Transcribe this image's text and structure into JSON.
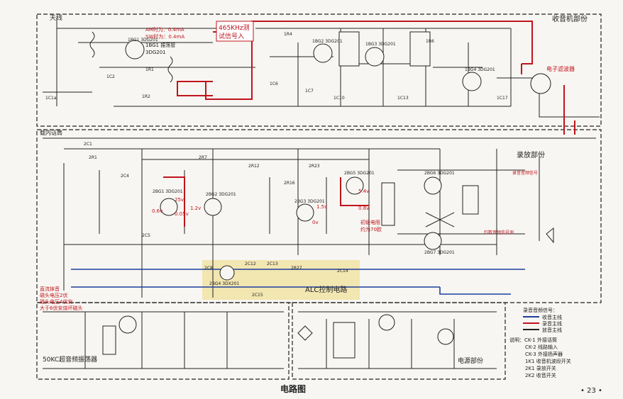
{
  "caption": "电路图",
  "page_number": "• 23 •",
  "sections": {
    "receiver": "收音机部份",
    "recorder": "录放部份",
    "power": "电源部份",
    "bias_osc": "50KC超音频振荡器",
    "alc": "ALC控制电路"
  },
  "antenna_label": "天线",
  "mic_label": "载内话筒",
  "annotations": {
    "if_test": [
      "465KHz测",
      "试信号入"
    ],
    "am_current": "AM时为：0.4mA",
    "sw_current": "SW时为：0.4mA",
    "osc_name": "1BG1 振荡管",
    "osc_part": "3DG201",
    "electronic_filter": "电子滤波器",
    "idle_current": [
      "初级电阻",
      "约为70欧"
    ],
    "head_note": [
      "直流抹音",
      "磁头电压2伏",
      "磁头电压4伏安",
      "大于6伏安烧坏磁头"
    ],
    "red_notes": [
      "录音音频信号",
      "约数音频信号测"
    ]
  },
  "legend": {
    "title": "录音音频信号：",
    "items": [
      "收音主线",
      "录音主线",
      "放音主线"
    ]
  },
  "notes": [
    "说明：CK-1 外接话筒",
    "CK-2 线路输入",
    "CK-3 外接扬声器",
    "1K1 收音机波段开关",
    "2K1 录放开关",
    "2K2 收音开关"
  ],
  "components": {
    "transistors": [
      "1BG1 3DG201",
      "1BG2 3DG201",
      "1BG3 3DG201",
      "1BG4 3DG201",
      "2BG1 3DG201",
      "2BG2 3DG201",
      "2BG3 3DG201",
      "2BG5 3DG201",
      "2BG6 3DG201",
      "2BG7 3DG201",
      "2BG4 3DX201"
    ],
    "caps": [
      "1C1a",
      "1C2",
      "1C6",
      "1C7",
      "1C10",
      "1C13",
      "1C17",
      "2C1",
      "2C4",
      "2C5",
      "2C8",
      "2C12",
      "2C13",
      "2C14",
      "2C15"
    ],
    "resistors": [
      "1R1",
      "1R2",
      "1R4",
      "1R6",
      "2R1",
      "2R7",
      "2R12",
      "2R16",
      "2R23",
      "2R27"
    ]
  },
  "voltages": [
    "25v",
    "0.6v",
    "0.05v",
    "1.2v",
    "1.5v",
    "5.4v",
    "0.8v",
    "0v"
  ]
}
